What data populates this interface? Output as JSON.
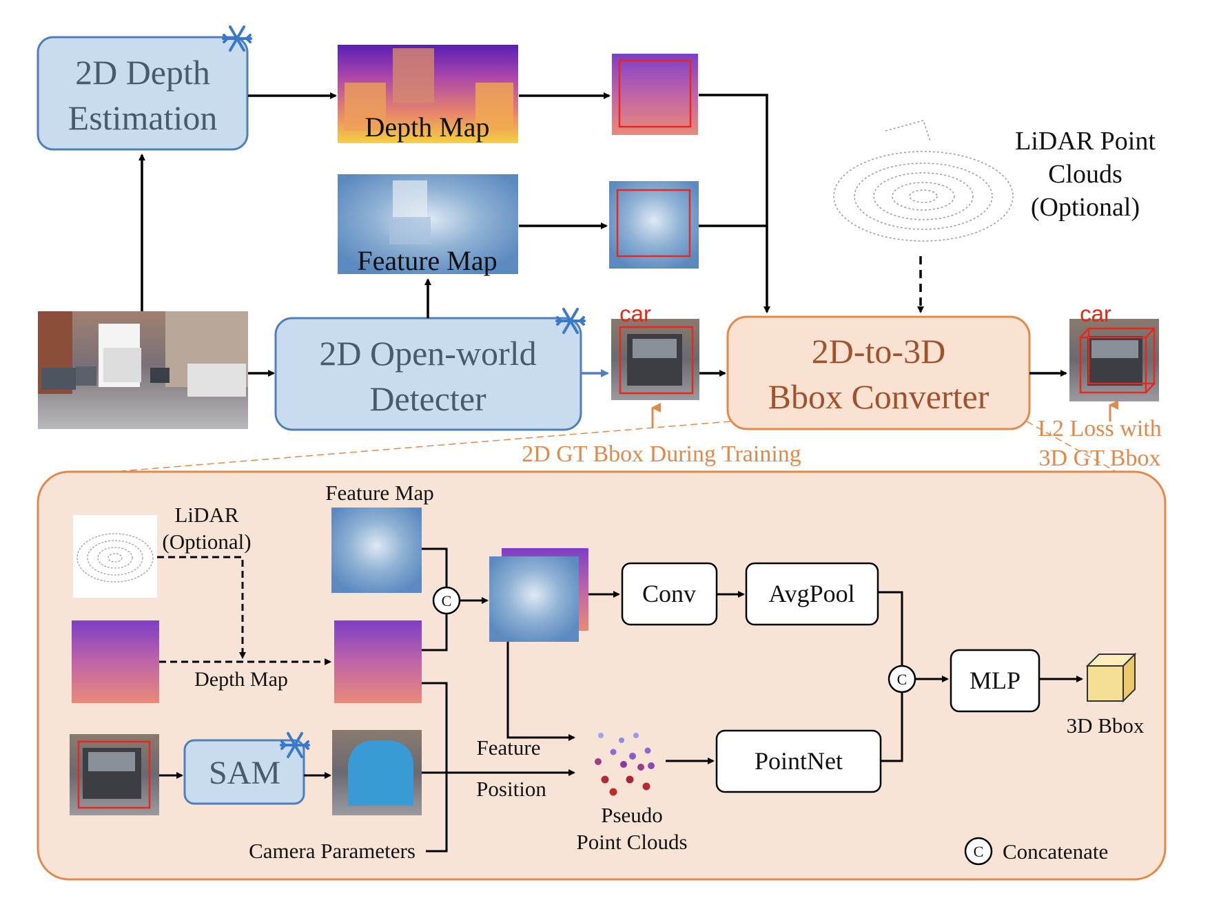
{
  "top": {
    "depth_estimation": {
      "line1": "2D Depth",
      "line2": "Estimation"
    },
    "depth_map_label": "Depth Map",
    "feature_map_label": "Feature Map",
    "detector": {
      "line1": "2D Open-world",
      "line2": "Detecter"
    },
    "car_label_detect": "car",
    "car_label_output": "car",
    "converter": {
      "line1": "2D-to-3D",
      "line2": "Bbox Converter"
    },
    "lidar": {
      "line1": "LiDAR Point",
      "line2": "Clouds",
      "line3": "(Optional)"
    },
    "gt_2d_note": "2D GT Bbox During Training",
    "gt_3d_note": {
      "line1": "L2 Loss with",
      "line2": "3D GT Bbox"
    }
  },
  "detail": {
    "feature_map_label": "Feature Map",
    "lidar_label": {
      "line1": "LiDAR",
      "line2": "(Optional)"
    },
    "depth_map_label": "Depth Map",
    "sam_label": "SAM",
    "conv_label": "Conv",
    "avgpool_label": "AvgPool",
    "mlp_label": "MLP",
    "pointnet_label": "PointNet",
    "feature_arrow_label": "Feature",
    "position_arrow_label": "Position",
    "pseudo_points_label": {
      "line1": "Pseudo",
      "line2": "Point Clouds"
    },
    "camera_params_label": "Camera Parameters",
    "bbox3d_label": "3D Bbox",
    "concat_symbol": "C",
    "concat_legend": "Concatenate"
  },
  "colors": {
    "blue_box_fill": "#c9dcef",
    "blue_box_stroke": "#4f7fb8",
    "orange_box_fill": "#f9e2d2",
    "orange_box_stroke": "#e0894a",
    "detail_panel_fill": "#f8e4d6",
    "bbox_red": "#e8281c",
    "cube_fill": "#f5df95"
  },
  "icons": [
    "snowflake-icon",
    "cube-icon",
    "concat-circle-icon"
  ]
}
